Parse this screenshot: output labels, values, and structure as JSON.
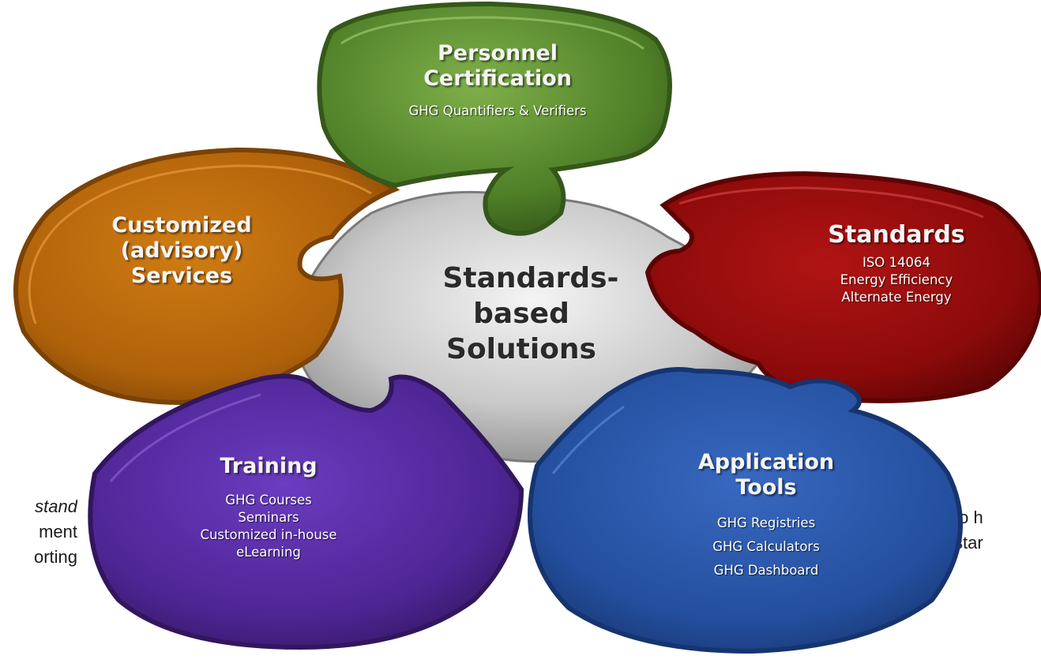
{
  "center": {
    "line1": "Standards-",
    "line2": "based",
    "line3": "Solutions"
  },
  "petals": {
    "personnel": {
      "title1": "Personnel",
      "title2": "Certification",
      "sub1": "GHG Quantifiers &  Verifiers",
      "color": "#5a8a2e"
    },
    "standards": {
      "title1": "Standards",
      "sub1": "ISO 14064",
      "sub2": "Energy Efficiency",
      "sub3": "Alternate Energy",
      "color": "#a81010"
    },
    "application": {
      "title1": "Application",
      "title2": "Tools",
      "sub1": "GHG Registries",
      "sub2": "GHG Calculators",
      "sub3": "GHG Dashboard",
      "color": "#2b5aa8"
    },
    "training": {
      "title1": "Training",
      "sub1": "GHG Courses",
      "sub2": "Seminars",
      "sub3": "Customized in-house",
      "sub4": "eLearning",
      "color": "#5a2fa0"
    },
    "customized": {
      "title1": "Customized",
      "title2": "(advisory)",
      "title3": "Services",
      "color": "#c8720e"
    }
  },
  "background_text": {
    "left": [
      "stand",
      "ment",
      "orting"
    ],
    "right": [
      "to h",
      "star"
    ]
  }
}
